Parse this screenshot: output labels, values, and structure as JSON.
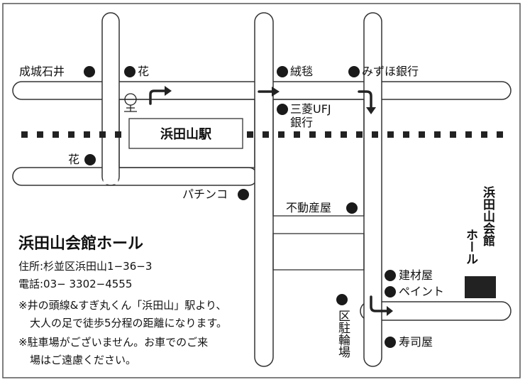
{
  "colors": {
    "road_stroke": "#333333",
    "railway": "#222222",
    "marker": "#1a1a1a",
    "background": "#ffffff"
  },
  "map": {
    "station": "浜田山駅",
    "landmarks": {
      "seijo_ishii": "成城石井",
      "flower_top": "花",
      "juutan": "絨毯",
      "mizuho": "みずほ銀行",
      "mufg_1": "三菱UFJ",
      "mufg_2": "銀行",
      "flower_left": "花",
      "pachinko": "パチンコ",
      "fudousan": "不動産屋",
      "kenzaiya": "建材屋",
      "paint": "ペイント",
      "sushi": "寿司屋",
      "bicycle_parking": "区駐輪場"
    },
    "destination_vertical": [
      "浜田山会館",
      "ホール"
    ],
    "icons": [
      "police-box-icon",
      "route-arrow-icon",
      "destination-block-icon",
      "landmark-dot-icon"
    ]
  },
  "info": {
    "title": "浜田山会館ホール",
    "address": "住所:杉並区浜田山1−36−3",
    "phone": "電話:03− 3302−4555",
    "note1_line1": "※井の頭線&すぎ丸くん「浜田山」駅より、",
    "note1_line2": "大人の足で徒歩5分程の距離になります。",
    "note2_line1": "※駐車場がございません。お車でのご来",
    "note2_line2": "場はご遠慮ください。"
  }
}
